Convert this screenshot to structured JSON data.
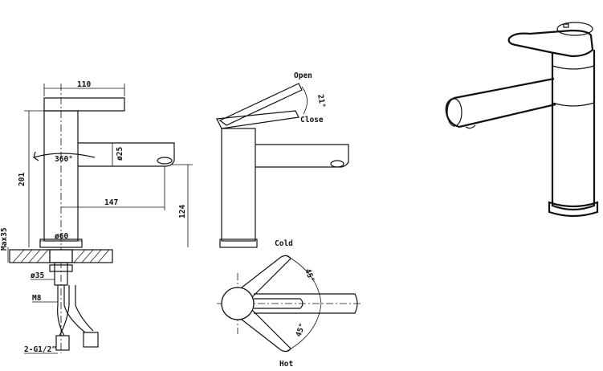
{
  "front_view": {
    "dim_width": "110",
    "dim_height": "201",
    "dim_rotation": "360°",
    "dim_spout_diameter": "ø25",
    "dim_reach": "147",
    "dim_spout_height": "124",
    "dim_base_diameter": "ø60",
    "dim_max_deck": "Max35",
    "dim_hole": "ø35",
    "dim_thread": "M8",
    "dim_hoses": "2-G1/2\""
  },
  "side_view": {
    "label_open": "Open",
    "label_close": "Close",
    "dim_lever_angle": "21°"
  },
  "top_view": {
    "label_cold": "Cold",
    "label_hot": "Hot",
    "dim_cold_angle": "45°",
    "dim_hot_angle": "45°"
  }
}
